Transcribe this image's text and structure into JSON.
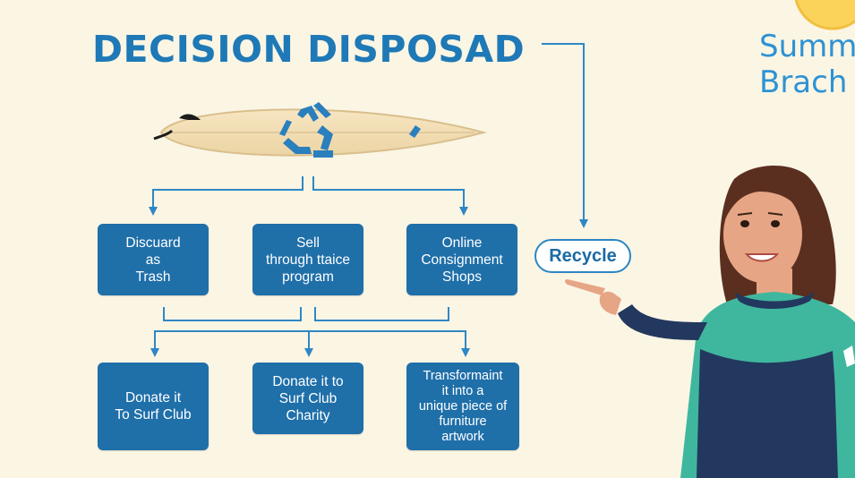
{
  "title": "DECISION DISPOSAD",
  "brand": "Summe\nBrach",
  "center_icon": "recycle-icon",
  "recycle_label": "Recycle",
  "row1": [
    "Discuard\nas\nTrash",
    "Sell\nthrough ttaice\nprogram",
    "Online\nConsignment\nShops"
  ],
  "row2": [
    "Donate it\nTo Surf Club",
    "Donate it to\nSurf Club\nCharity",
    "Transformaint\nit into a\nunique piece of\nfurniture\nartwork"
  ],
  "colors": {
    "title": "#1e79b6",
    "box": "#1f6fa9",
    "connector": "#2f87c4",
    "background": "#fbf5e4",
    "wetsuit_teal": "#3fb79e",
    "wetsuit_navy": "#23385e"
  }
}
